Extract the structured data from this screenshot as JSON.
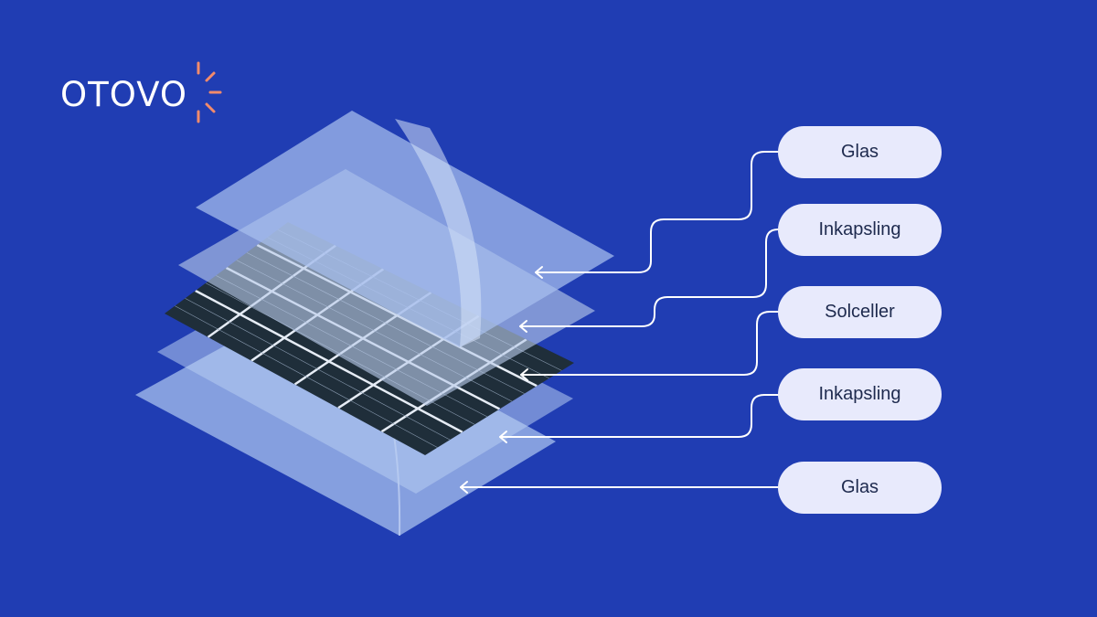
{
  "logo": {
    "text": "OTOVO",
    "ray_color": "#F28B6B"
  },
  "layers": [
    {
      "label": "Glas"
    },
    {
      "label": "Inkapsling"
    },
    {
      "label": "Solceller"
    },
    {
      "label": "Inkapsling"
    },
    {
      "label": "Glas"
    }
  ],
  "colors": {
    "background": "#203DB3",
    "pill": "#E8EAFC",
    "pill_text": "#1E2A4E",
    "connector": "#FFFFFF",
    "cell": "#1F2E3A"
  }
}
